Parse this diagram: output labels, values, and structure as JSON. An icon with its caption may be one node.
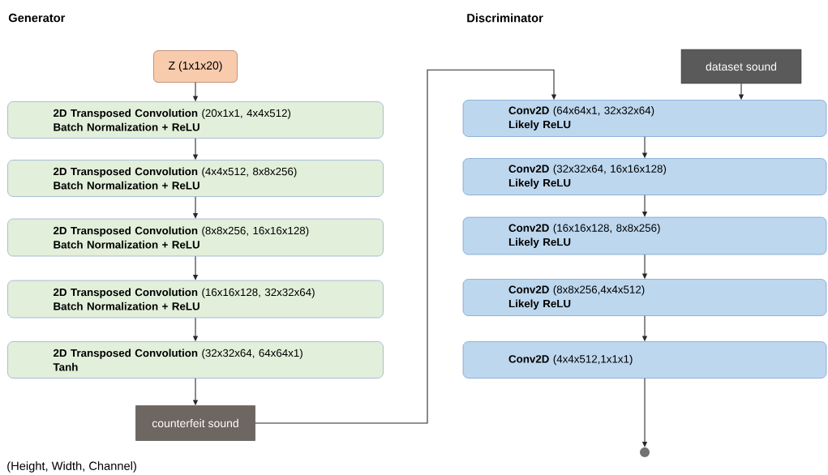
{
  "diagram": {
    "nodes": [
      {
        "text": [
          "Z (1x1x20)"
        ]
      },
      {
        "text": [
          "**2D Transposed Convolution** (20x1x1, 4x4x512)",
          "Batch Normalization + ReLU"
        ]
      },
      {
        "text": [
          "**2D Transposed Convolution** (4x4x512, 8x8x256)",
          "Batch Normalization + ReLU"
        ]
      },
      {
        "text": [
          "**2D Transposed Convolution** (8x8x256, 16x16x128)",
          "Batch Normalization + ReLU"
        ]
      },
      {
        "text": [
          "**2D Transposed Convolution** (16x16x128, 32x32x64)",
          "Batch Normalization + ReLU"
        ]
      },
      {
        "text": [
          "**2D Transposed Convolution** (32x32x64, 64x64x1)",
          "Tanh"
        ]
      },
      {
        "text": [
          "counterfeit sound"
        ]
      },
      {
        "text": [
          "dataset sound"
        ]
      },
      {
        "text": [
          "**Conv2D** (64x64x1, 32x32x64)",
          "Likely ReLU"
        ]
      },
      {
        "text": [
          "**Conv2D** (32x32x64, 16x16x128)",
          "Likely ReLU"
        ]
      },
      {
        "text": [
          "**Conv2D** (16x16x128, 8x8x256)",
          "Likely ReLU"
        ]
      },
      {
        "text": [
          "**Conv2D** (8x8x256,4x4x512)",
          "Likely ReLU"
        ]
      },
      {
        "text": [
          "**Conv2D** (4x4x512,1x1x1)"
        ]
      },
      {
        "text": [],
        "shape": "circle"
      }
    ],
    "edges": [
      {
        "from": 0,
        "to": 1,
        "arrow": "to"
      },
      {
        "from": 1,
        "to": 2,
        "arrow": "to"
      },
      {
        "from": 2,
        "to": 3,
        "arrow": "to"
      },
      {
        "from": 3,
        "to": 4,
        "arrow": "to"
      },
      {
        "from": 4,
        "to": 5,
        "arrow": "to"
      },
      {
        "from": 5,
        "to": 6,
        "arrow": "to"
      },
      {
        "from": 6,
        "to": 8,
        "arrow": "to"
      },
      {
        "from": 7,
        "to": 8,
        "arrow": "to"
      },
      {
        "from": 8,
        "to": 9,
        "arrow": "to"
      },
      {
        "from": 9,
        "to": 10,
        "arrow": "to"
      },
      {
        "from": 10,
        "to": 11,
        "arrow": "to"
      },
      {
        "from": 11,
        "to": 12,
        "arrow": "to"
      },
      {
        "from": 12,
        "to": 13,
        "arrow": "to"
      }
    ],
    "labels": [
      "Generator",
      "Discriminator",
      "(Height, Width, Channel)"
    ]
  }
}
